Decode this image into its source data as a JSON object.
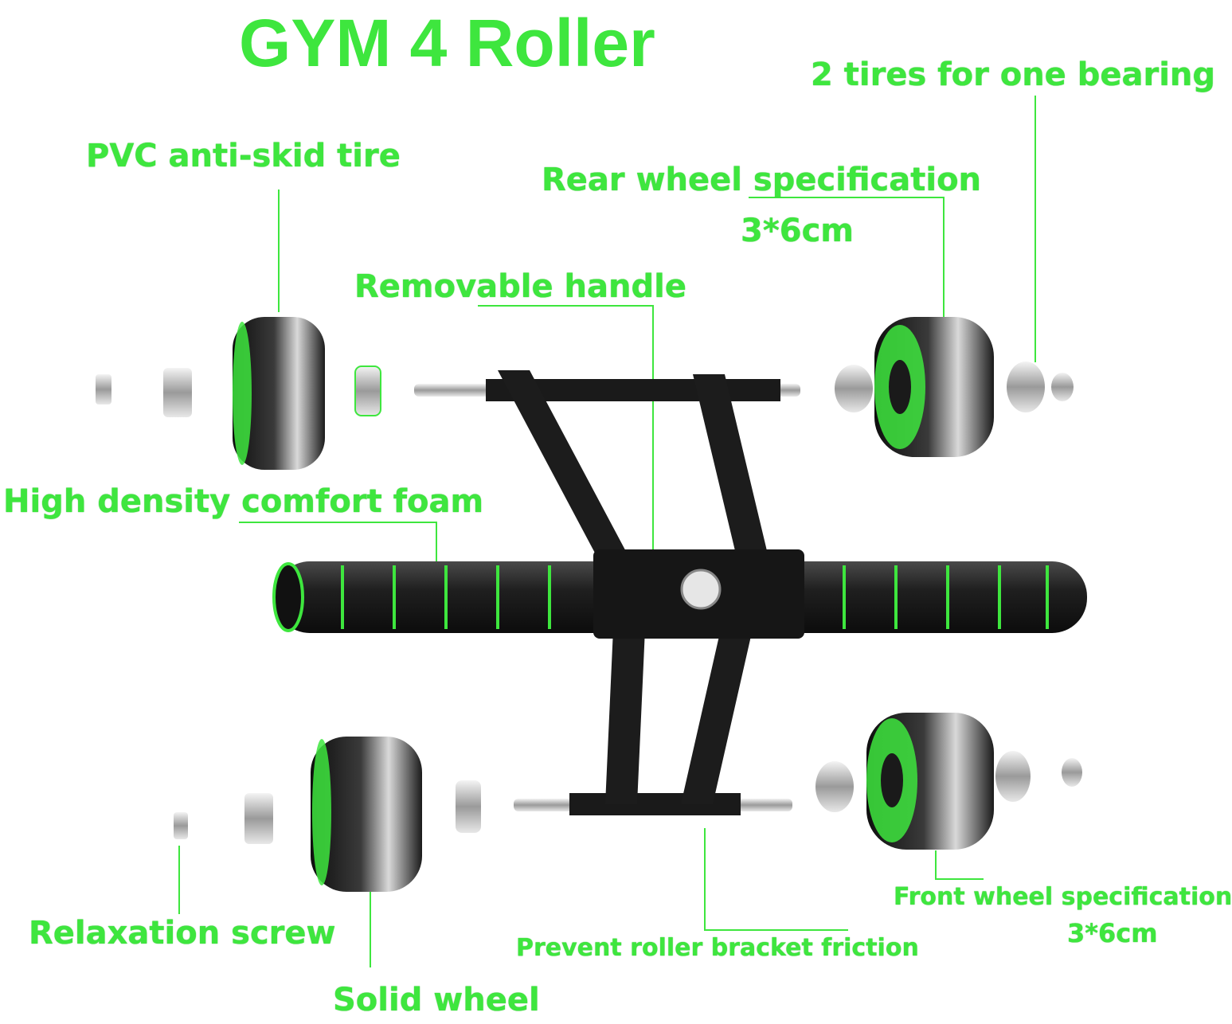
{
  "title": "GYM 4 Roller",
  "labels": {
    "tires_per_bearing": "2 tires for one bearing",
    "pvc_tire": "PVC anti-skid tire",
    "rear_wheel": "Rear wheel specification",
    "rear_wheel_size": "3*6cm",
    "removable_handle": "Removable handle",
    "foam": "High density comfort foam",
    "relaxation_screw": "Relaxation screw",
    "solid_wheel": "Solid wheel",
    "prevent_friction": "Prevent roller bracket friction",
    "front_wheel": "Front wheel specification",
    "front_wheel_size": "3*6cm"
  },
  "colors": {
    "accent": "#3ee63e",
    "product": "#1c1c1c",
    "metal": "#c8c8c8"
  }
}
